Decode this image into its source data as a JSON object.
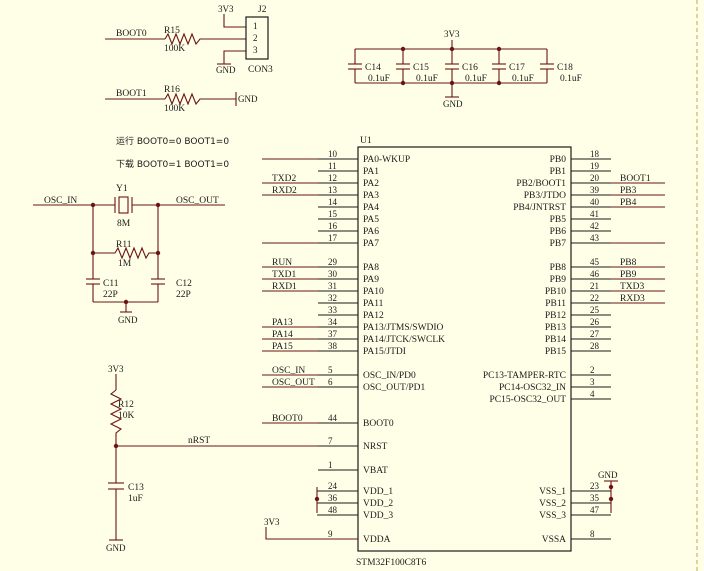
{
  "power": {
    "v3v3": "3V3",
    "gnd": "GND"
  },
  "nets": {
    "boot0": "BOOT0",
    "boot1": "BOOT1",
    "osc_in": "OSC_IN",
    "osc_out": "OSC_OUT",
    "nrst": "nRST"
  },
  "notes": {
    "run_mode": "运行 BOOT0=0 BOOT1=0",
    "download_mode": "下载 BOOT0=1 BOOT1=0"
  },
  "components": {
    "r15": {
      "ref": "R15",
      "value": "100K"
    },
    "r16": {
      "ref": "R16",
      "value": "100K"
    },
    "j2": {
      "ref": "J2",
      "value": "CON3",
      "pins": [
        "1",
        "2",
        "3"
      ]
    },
    "y1": {
      "ref": "Y1",
      "value": "8M"
    },
    "r11": {
      "ref": "R11",
      "value": "1M"
    },
    "c11": {
      "ref": "C11",
      "value": "22P"
    },
    "c12": {
      "ref": "C12",
      "value": "22P"
    },
    "r12": {
      "ref": "R12",
      "value": "10K"
    },
    "c13": {
      "ref": "C13",
      "value": "1uF"
    },
    "u1": {
      "ref": "U1",
      "value": "STM32F100C8T6"
    },
    "decoupling_caps": [
      {
        "ref": "C14",
        "value": "0.1uF"
      },
      {
        "ref": "C15",
        "value": "0.1uF"
      },
      {
        "ref": "C16",
        "value": "0.1uF"
      },
      {
        "ref": "C17",
        "value": "0.1uF"
      },
      {
        "ref": "C18",
        "value": "0.1uF"
      }
    ]
  },
  "u1_left_pins": [
    {
      "num": "10",
      "name": "PA0-WKUP",
      "net": ""
    },
    {
      "num": "11",
      "name": "PA1",
      "net": ""
    },
    {
      "num": "12",
      "name": "PA2",
      "net": "TXD2"
    },
    {
      "num": "13",
      "name": "PA3",
      "net": "RXD2"
    },
    {
      "num": "14",
      "name": "PA4",
      "net": ""
    },
    {
      "num": "15",
      "name": "PA5",
      "net": ""
    },
    {
      "num": "16",
      "name": "PA6",
      "net": ""
    },
    {
      "num": "17",
      "name": "PA7",
      "net": ""
    },
    {
      "num": "29",
      "name": "PA8",
      "net": "RUN"
    },
    {
      "num": "30",
      "name": "PA9",
      "net": "TXD1"
    },
    {
      "num": "31",
      "name": "PA10",
      "net": "RXD1"
    },
    {
      "num": "32",
      "name": "PA11",
      "net": ""
    },
    {
      "num": "33",
      "name": "PA12",
      "net": ""
    },
    {
      "num": "34",
      "name": "PA13/JTMS/SWDIO",
      "net": "PA13"
    },
    {
      "num": "37",
      "name": "PA14/JTCK/SWCLK",
      "net": "PA14"
    },
    {
      "num": "38",
      "name": "PA15/JTDI",
      "net": "PA15"
    },
    {
      "num": "5",
      "name": "OSC_IN/PD0",
      "net": "OSC_IN"
    },
    {
      "num": "6",
      "name": "OSC_OUT/PD1",
      "net": "OSC_OUT"
    },
    {
      "num": "44",
      "name": "BOOT0",
      "net": "BOOT0"
    },
    {
      "num": "7",
      "name": "NRST",
      "net": ""
    },
    {
      "num": "1",
      "name": "VBAT",
      "net": ""
    },
    {
      "num": "24",
      "name": "VDD_1",
      "net": ""
    },
    {
      "num": "36",
      "name": "VDD_2",
      "net": ""
    },
    {
      "num": "48",
      "name": "VDD_3",
      "net": ""
    },
    {
      "num": "9",
      "name": "VDDA",
      "net": ""
    }
  ],
  "u1_right_pins": [
    {
      "num": "18",
      "name": "PB0",
      "net": ""
    },
    {
      "num": "19",
      "name": "PB1",
      "net": ""
    },
    {
      "num": "20",
      "name": "PB2/BOOT1",
      "net": "BOOT1"
    },
    {
      "num": "39",
      "name": "PB3/JTDO",
      "net": "PB3"
    },
    {
      "num": "40",
      "name": "PB4/JNTRST",
      "net": "PB4"
    },
    {
      "num": "41",
      "name": "PB5",
      "net": ""
    },
    {
      "num": "42",
      "name": "PB6",
      "net": ""
    },
    {
      "num": "43",
      "name": "PB7",
      "net": ""
    },
    {
      "num": "45",
      "name": "PB8",
      "net": "PB8"
    },
    {
      "num": "46",
      "name": "PB9",
      "net": "PB9"
    },
    {
      "num": "21",
      "name": "PB10",
      "net": "TXD3"
    },
    {
      "num": "22",
      "name": "PB11",
      "net": "RXD3"
    },
    {
      "num": "25",
      "name": "PB12",
      "net": ""
    },
    {
      "num": "26",
      "name": "PB13",
      "net": ""
    },
    {
      "num": "27",
      "name": "PB14",
      "net": ""
    },
    {
      "num": "28",
      "name": "PB15",
      "net": ""
    },
    {
      "num": "2",
      "name": "PC13-TAMPER-RTC",
      "net": ""
    },
    {
      "num": "3",
      "name": "PC14-OSC32_IN",
      "net": ""
    },
    {
      "num": "4",
      "name": "PC15-OSC32_OUT",
      "net": ""
    },
    {
      "num": "23",
      "name": "VSS_1",
      "net": ""
    },
    {
      "num": "35",
      "name": "VSS_2",
      "net": ""
    },
    {
      "num": "47",
      "name": "VSS_3",
      "net": ""
    },
    {
      "num": "8",
      "name": "VSSA",
      "net": ""
    }
  ]
}
